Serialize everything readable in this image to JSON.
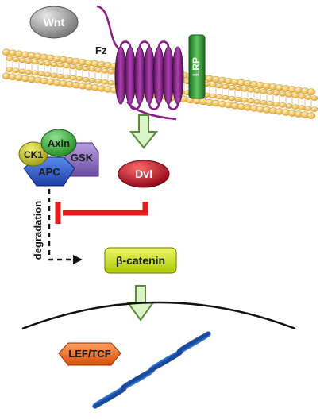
{
  "labels": {
    "wnt": "Wnt",
    "fz": "Fz",
    "lrp": "LRP",
    "ck1": "CK1",
    "axin": "Axin",
    "gsk": "GSK",
    "apc": "APC",
    "dvl": "Dvl",
    "degradation": "degradation",
    "beta_catenin": "β-catenin",
    "lef_tcf": "LEF/TCF"
  },
  "colors": {
    "wnt": "#9a9a9a",
    "fz": "#8b1a8b",
    "lrp": "#2e8b2e",
    "membrane": "#f2c45a",
    "ck1": "#c9c92a",
    "axin": "#3fae3f",
    "gsk": "#8a68b8",
    "apc": "#2f57c8",
    "dvl": "#c8102e",
    "inhibit": "#e21b1b",
    "beta_catenin": "#c8e010",
    "lef_tcf": "#ee6a1a",
    "arrow_fill": "#d9f5c8",
    "arrow_stroke": "#5a8a3a",
    "dna_blue": "#2a6fd0"
  }
}
